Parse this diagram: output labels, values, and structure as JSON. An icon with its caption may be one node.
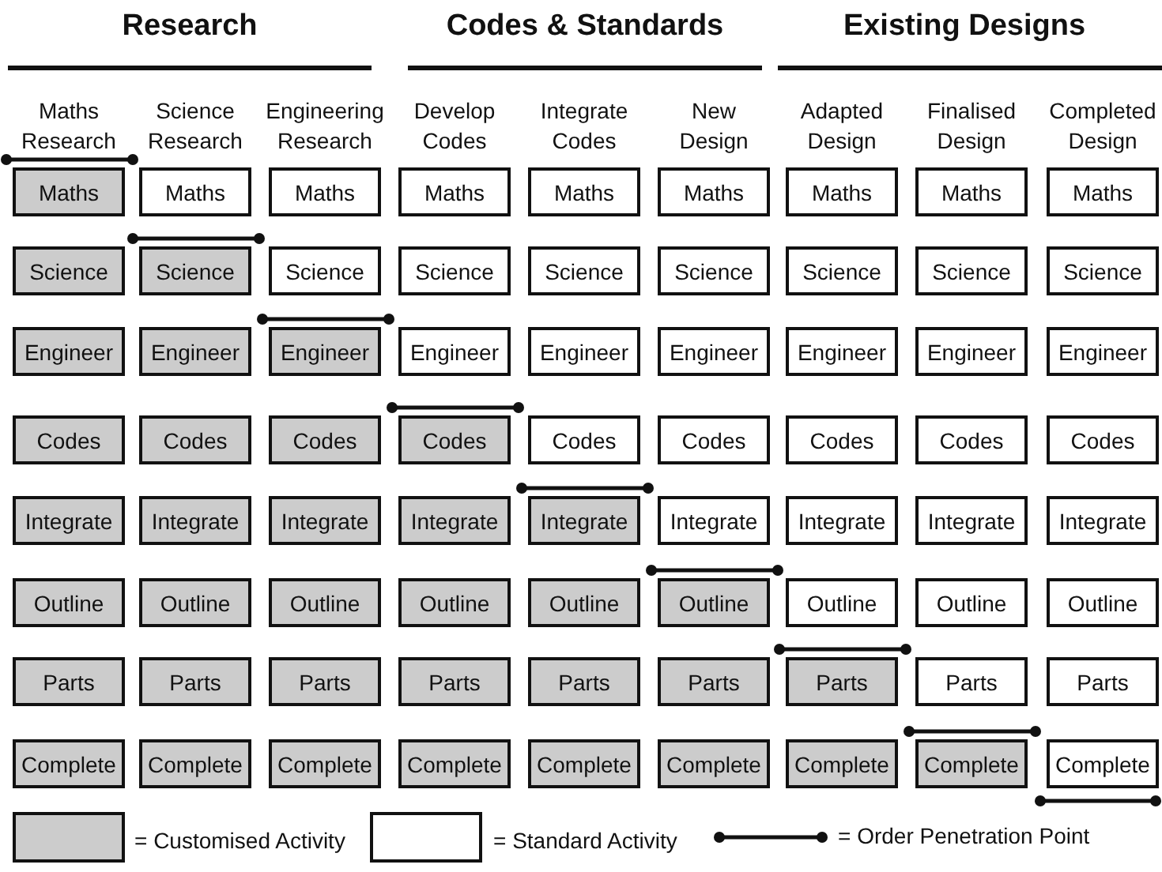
{
  "diagram": {
    "nodes": [
      {
        "text": [
          "Maths"
        ]
      },
      {
        "text": [
          "Maths"
        ]
      },
      {
        "text": [
          "Maths"
        ]
      },
      {
        "text": [
          "Maths"
        ]
      },
      {
        "text": [
          "Maths"
        ]
      },
      {
        "text": [
          "Maths"
        ]
      },
      {
        "text": [
          "Maths"
        ]
      },
      {
        "text": [
          "Maths"
        ]
      },
      {
        "text": [
          "Maths"
        ]
      },
      {
        "text": [
          "Science"
        ]
      },
      {
        "text": [
          "Science"
        ]
      },
      {
        "text": [
          "Science"
        ]
      },
      {
        "text": [
          "Science"
        ]
      },
      {
        "text": [
          "Science"
        ]
      },
      {
        "text": [
          "Science"
        ]
      },
      {
        "text": [
          "Science"
        ]
      },
      {
        "text": [
          "Science"
        ]
      },
      {
        "text": [
          "Science"
        ]
      },
      {
        "text": [
          "Engineer"
        ]
      },
      {
        "text": [
          "Engineer"
        ]
      },
      {
        "text": [
          "Engineer"
        ]
      },
      {
        "text": [
          "Engineer"
        ]
      },
      {
        "text": [
          "Engineer"
        ]
      },
      {
        "text": [
          "Engineer"
        ]
      },
      {
        "text": [
          "Engineer"
        ]
      },
      {
        "text": [
          "Engineer"
        ]
      },
      {
        "text": [
          "Engineer"
        ]
      },
      {
        "text": [
          "Codes"
        ]
      },
      {
        "text": [
          "Codes"
        ]
      },
      {
        "text": [
          "Codes"
        ]
      },
      {
        "text": [
          "Codes"
        ]
      },
      {
        "text": [
          "Codes"
        ]
      },
      {
        "text": [
          "Codes"
        ]
      },
      {
        "text": [
          "Codes"
        ]
      },
      {
        "text": [
          "Codes"
        ]
      },
      {
        "text": [
          "Codes"
        ]
      },
      {
        "text": [
          "Integrate"
        ]
      },
      {
        "text": [
          "Integrate"
        ]
      },
      {
        "text": [
          "Integrate"
        ]
      },
      {
        "text": [
          "Integrate"
        ]
      },
      {
        "text": [
          "Integrate"
        ]
      },
      {
        "text": [
          "Integrate"
        ]
      },
      {
        "text": [
          "Integrate"
        ]
      },
      {
        "text": [
          "Integrate"
        ]
      },
      {
        "text": [
          "Integrate"
        ]
      },
      {
        "text": [
          "Outline"
        ]
      },
      {
        "text": [
          "Outline"
        ]
      },
      {
        "text": [
          "Outline"
        ]
      },
      {
        "text": [
          "Outline"
        ]
      },
      {
        "text": [
          "Outline"
        ]
      },
      {
        "text": [
          "Outline"
        ]
      },
      {
        "text": [
          "Outline"
        ]
      },
      {
        "text": [
          "Outline"
        ]
      },
      {
        "text": [
          "Outline"
        ]
      },
      {
        "text": [
          "Parts"
        ]
      },
      {
        "text": [
          "Parts"
        ]
      },
      {
        "text": [
          "Parts"
        ]
      },
      {
        "text": [
          "Parts"
        ]
      },
      {
        "text": [
          "Parts"
        ]
      },
      {
        "text": [
          "Parts"
        ]
      },
      {
        "text": [
          "Parts"
        ]
      },
      {
        "text": [
          "Parts"
        ]
      },
      {
        "text": [
          "Parts"
        ]
      },
      {
        "text": [
          "Complete"
        ]
      },
      {
        "text": [
          "Complete"
        ]
      },
      {
        "text": [
          "Complete"
        ]
      },
      {
        "text": [
          "Complete"
        ]
      },
      {
        "text": [
          "Complete"
        ]
      },
      {
        "text": [
          "Complete"
        ]
      },
      {
        "text": [
          "Complete"
        ]
      },
      {
        "text": [
          "Complete"
        ]
      },
      {
        "text": [
          "Complete"
        ]
      }
    ],
    "labels": [
      "Research",
      "Codes & Standards",
      "Existing Designs",
      "Maths Research",
      "Science Research",
      "Engineering Research",
      "Develop Codes",
      "Integrate Codes",
      "New Design",
      "Adapted Design",
      "Finalised Design",
      "Completed Design"
    ],
    "legend": [
      {
        "text": "= Customised Activity",
        "color": "#cccccc"
      },
      {
        "text": "= Standard Activity",
        "color": "#ffffff"
      },
      {
        "text": "= Order Penetration Point"
      }
    ]
  }
}
